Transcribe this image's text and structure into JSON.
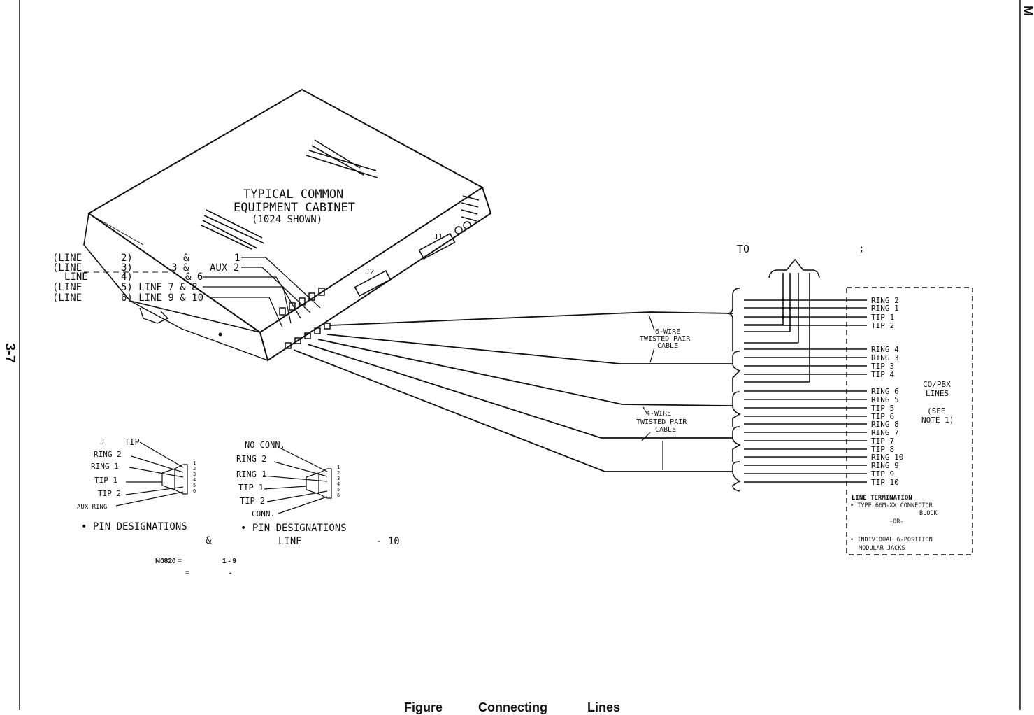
{
  "page": {
    "side_number": "3-7",
    "corner_mark": "M"
  },
  "cabinet": {
    "title_line1": "TYPICAL COMMON",
    "title_line2": "EQUIPMENT CABINET",
    "title_line3": "(1024 SHOWN)",
    "connector_j1": "J1",
    "connector_j2": "J2"
  },
  "line_labels": [
    {
      "left": "(LINE",
      "mid": "2)",
      "right": "&",
      "suffix": "1"
    },
    {
      "left": "(LINE",
      "mid": "3)",
      "right": "3 &",
      "suffix": "AUX 2"
    },
    {
      "left": "LINE",
      "mid": "4)",
      "right": "& 6",
      "suffix": ""
    },
    {
      "left": "(LINE",
      "mid": "5) LINE 7 & 8",
      "right": "",
      "suffix": ""
    },
    {
      "left": "(LINE",
      "mid": "6) LINE 9 & 10",
      "right": "",
      "suffix": ""
    }
  ],
  "cables": {
    "six_wire": [
      "6-WIRE",
      "TWISTED PAIR",
      "CABLE"
    ],
    "four_wire": [
      "4-WIRE",
      "TWISTED PAIR",
      "CABLE"
    ]
  },
  "to_label": "TO",
  "semicolon_mark": ";",
  "terminal_labels": [
    "RING 2",
    "RING 1",
    "TIP 1",
    "TIP 2",
    "RING 4",
    "RING 3",
    "TIP 3",
    "TIP 4",
    "RING 6",
    "RING 5",
    "TIP 5",
    "TIP 6",
    "RING 8",
    "RING 7",
    "TIP 7",
    "TIP 8",
    "RING 10",
    "RING 9",
    "TIP 9",
    "TIP 10"
  ],
  "co_pbx": [
    "CO/PBX",
    "LINES",
    "(SEE",
    "NOTE 1)"
  ],
  "line_termination": {
    "title": "LINE TERMINATION",
    "opt1a": "• TYPE 66M-XX CONNECTOR",
    "opt1b": "BLOCK",
    "or": "-OR-",
    "opt2a": "• INDIVIDUAL 6-POSITION",
    "opt2b": "MODULAR JACKS"
  },
  "pin_left": {
    "labels": [
      "TIP",
      "RING 2",
      "RING 1",
      "TIP 1",
      "TIP 2",
      "AUX RING"
    ],
    "prefix_mark": "J",
    "pins": [
      "1",
      "2",
      "3",
      "4",
      "5",
      "6"
    ],
    "caption": "• PIN DESIGNATIONS",
    "caption2": "&"
  },
  "pin_right": {
    "labels": [
      "NO CONN.",
      "RING 2",
      "RING 1",
      "TIP 1",
      "TIP 2",
      "CONN."
    ],
    "pins": [
      "1",
      "2",
      "3",
      "4",
      "5",
      "6"
    ],
    "caption": "• PIN DESIGNATIONS",
    "caption2": "LINE",
    "caption3": "- 10"
  },
  "notes": {
    "note1": "N0820 =",
    "note1b": "1 - 9",
    "note2": "=",
    "note2b": "-"
  },
  "figure_caption": {
    "word1": "Figure",
    "word2": "Connecting",
    "word3": "Lines"
  }
}
